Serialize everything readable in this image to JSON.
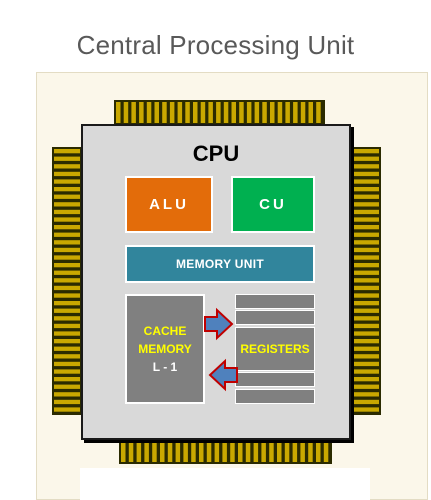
{
  "title": "Central Processing Unit",
  "chip": {
    "label": "CPU"
  },
  "blocks": {
    "alu": "ALU",
    "cu": "CU",
    "memory_unit": "MEMORY UNIT",
    "cache": {
      "line1": "CACHE",
      "line2": "MEMORY",
      "line3": "L - 1"
    },
    "registers": "REGISTERS"
  },
  "colors": {
    "alu": "#e36c0a",
    "cu": "#00b050",
    "memory_unit": "#31859c",
    "cache": "#808080",
    "registers": "#808080",
    "pin_gold": "#c9a800",
    "pin_dark": "#2b2b00",
    "arrow_fill": "#4f81bd",
    "arrow_stroke": "#c00000"
  },
  "arrows": [
    {
      "from": "cache",
      "to": "registers",
      "name": "cache-to-registers-arrow"
    },
    {
      "from": "registers",
      "to": "cache",
      "name": "registers-to-cache-arrow"
    }
  ]
}
